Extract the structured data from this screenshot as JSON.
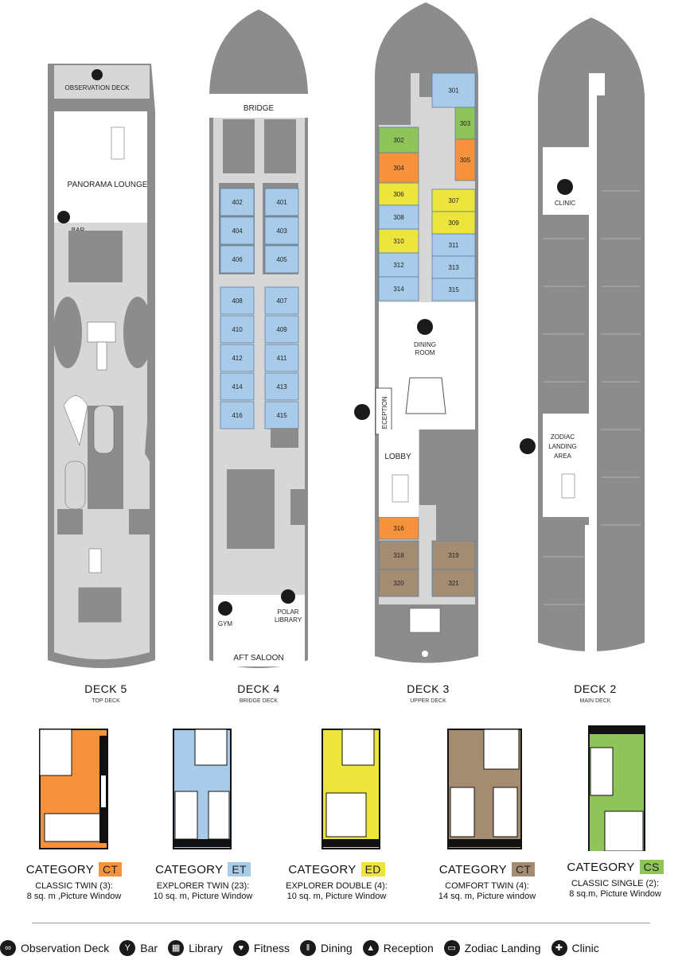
{
  "colors": {
    "hull": "#8c8c8c",
    "floor": "#d7d7d7",
    "white": "#ffffff",
    "CT_classic": "#f7923c",
    "ET": "#a9cbea",
    "ED": "#ede53b",
    "CT_comfort": "#a48c72",
    "CS": "#8fc45a"
  },
  "decks": [
    {
      "title": "DECK 5",
      "subtitle": "TOP DECK"
    },
    {
      "title": "DECK 4",
      "subtitle": "BRIDGE DECK"
    },
    {
      "title": "DECK 3",
      "subtitle": "UPPER DECK"
    },
    {
      "title": "DECK 2",
      "subtitle": "MAIN DECK"
    }
  ],
  "deck5": {
    "observation": "OBSERVATION DECK",
    "lounge": "PANORAMA LOUNGE",
    "bar": "BAR"
  },
  "deck4": {
    "bridge": "BRIDGE",
    "gym": "GYM",
    "library_1": "POLAR",
    "library_2": "LIBRARY",
    "saloon": "AFT SALOON",
    "cabins_left": [
      "402",
      "404",
      "406",
      "408",
      "410",
      "412",
      "414",
      "416"
    ],
    "cabins_right": [
      "401",
      "403",
      "405",
      "407",
      "409",
      "411",
      "413",
      "415"
    ]
  },
  "deck3": {
    "dining_1": "DINING",
    "dining_2": "ROOM",
    "reception": "RECEPTION",
    "lobby": "LOBBY",
    "cabins": [
      {
        "n": "301",
        "c": "ET"
      },
      {
        "n": "302",
        "c": "CS"
      },
      {
        "n": "303",
        "c": "CS"
      },
      {
        "n": "304",
        "c": "CT_classic"
      },
      {
        "n": "305",
        "c": "CT_classic"
      },
      {
        "n": "306",
        "c": "ED"
      },
      {
        "n": "307",
        "c": "ED"
      },
      {
        "n": "308",
        "c": "ET"
      },
      {
        "n": "309",
        "c": "ED"
      },
      {
        "n": "310",
        "c": "ED"
      },
      {
        "n": "311",
        "c": "ET"
      },
      {
        "n": "312",
        "c": "ET"
      },
      {
        "n": "313",
        "c": "ET"
      },
      {
        "n": "314",
        "c": "ET"
      },
      {
        "n": "315",
        "c": "ET"
      },
      {
        "n": "316",
        "c": "CT_classic"
      },
      {
        "n": "318",
        "c": "CT_comfort"
      },
      {
        "n": "319",
        "c": "CT_comfort"
      },
      {
        "n": "320",
        "c": "CT_comfort"
      },
      {
        "n": "321",
        "c": "CT_comfort"
      }
    ]
  },
  "deck2": {
    "clinic": "CLINIC",
    "zodiac_1": "ZODIAC",
    "zodiac_2": "LANDING",
    "zodiac_3": "AREA"
  },
  "categories": [
    {
      "label": "CATEGORY",
      "code": "CT",
      "color": "#f7923c",
      "desc": "CLASSIC TWIN (3):\n8 sq. m ,Picture Window"
    },
    {
      "label": "CATEGORY",
      "code": "ET",
      "color": "#a9cbea",
      "desc": "EXPLORER TWIN (23):\n10 sq. m, Picture Window"
    },
    {
      "label": "CATEGORY",
      "code": "ED",
      "color": "#ede53b",
      "desc": "EXPLORER DOUBLE (4):\n10 sq. m, Picture Window"
    },
    {
      "label": "CATEGORY",
      "code": "CT",
      "color": "#a48c72",
      "desc": "COMFORT TWIN (4):\n14 sq. m, Picture window"
    },
    {
      "label": "CATEGORY",
      "code": "CS",
      "color": "#8fc45a",
      "desc": "CLASSIC SINGLE (2):\n8 sq.m, Picture Window"
    }
  ],
  "legend": [
    {
      "icon": "binoculars-icon",
      "glyph": "∞",
      "label": "Observation Deck"
    },
    {
      "icon": "cocktail-icon",
      "glyph": "Y",
      "label": "Bar"
    },
    {
      "icon": "book-icon",
      "glyph": "▦",
      "label": "Library"
    },
    {
      "icon": "heart-icon",
      "glyph": "♥",
      "label": "Fitness"
    },
    {
      "icon": "cutlery-icon",
      "glyph": "ǁ",
      "label": "Dining"
    },
    {
      "icon": "bell-icon",
      "glyph": "▲",
      "label": "Reception"
    },
    {
      "icon": "zodiac-boat-icon",
      "glyph": "▭",
      "label": "Zodiac Landing"
    },
    {
      "icon": "cross-icon",
      "glyph": "✚",
      "label": "Clinic"
    }
  ]
}
